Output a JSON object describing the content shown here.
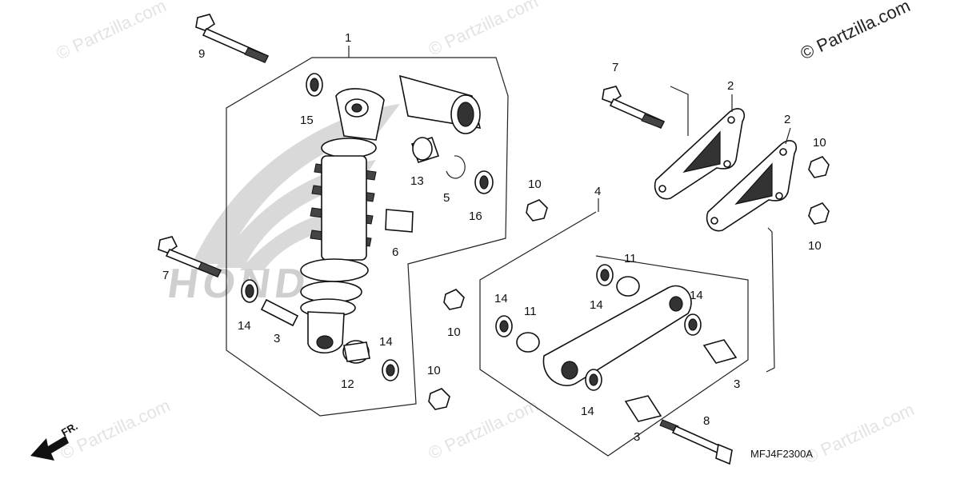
{
  "watermark": {
    "text": "© Partzilla.com",
    "copyright_notice": "© Partzilla.com"
  },
  "background_logo": {
    "text": "HONDA",
    "color": "#cfcfcf"
  },
  "diagram_code": "MFJ4F2300A",
  "direction_indicator": {
    "label": "FR."
  },
  "callouts": [
    {
      "id": "c9",
      "number": "9"
    },
    {
      "id": "c1",
      "number": "1"
    },
    {
      "id": "c15",
      "number": "15"
    },
    {
      "id": "c13",
      "number": "13"
    },
    {
      "id": "c5",
      "number": "5"
    },
    {
      "id": "c16",
      "number": "16"
    },
    {
      "id": "c6",
      "number": "6"
    },
    {
      "id": "c7a",
      "number": "7"
    },
    {
      "id": "c14a",
      "number": "14"
    },
    {
      "id": "c3a",
      "number": "3"
    },
    {
      "id": "c12",
      "number": "12"
    },
    {
      "id": "c14b",
      "number": "14"
    },
    {
      "id": "c10a",
      "number": "10"
    },
    {
      "id": "c10b",
      "number": "10"
    },
    {
      "id": "c7b",
      "number": "7"
    },
    {
      "id": "c2a",
      "number": "2"
    },
    {
      "id": "c2b",
      "number": "2"
    },
    {
      "id": "c10c",
      "number": "10"
    },
    {
      "id": "c10d",
      "number": "10"
    },
    {
      "id": "c4",
      "number": "4"
    },
    {
      "id": "c11a",
      "number": "11"
    },
    {
      "id": "c14c",
      "number": "14"
    },
    {
      "id": "c14d",
      "number": "14"
    },
    {
      "id": "c11b",
      "number": "11"
    },
    {
      "id": "c10e",
      "number": "10"
    },
    {
      "id": "c14e",
      "number": "14"
    },
    {
      "id": "c3b",
      "number": "3"
    },
    {
      "id": "c14f",
      "number": "14"
    },
    {
      "id": "c3c",
      "number": "3"
    },
    {
      "id": "c8",
      "number": "8"
    }
  ]
}
